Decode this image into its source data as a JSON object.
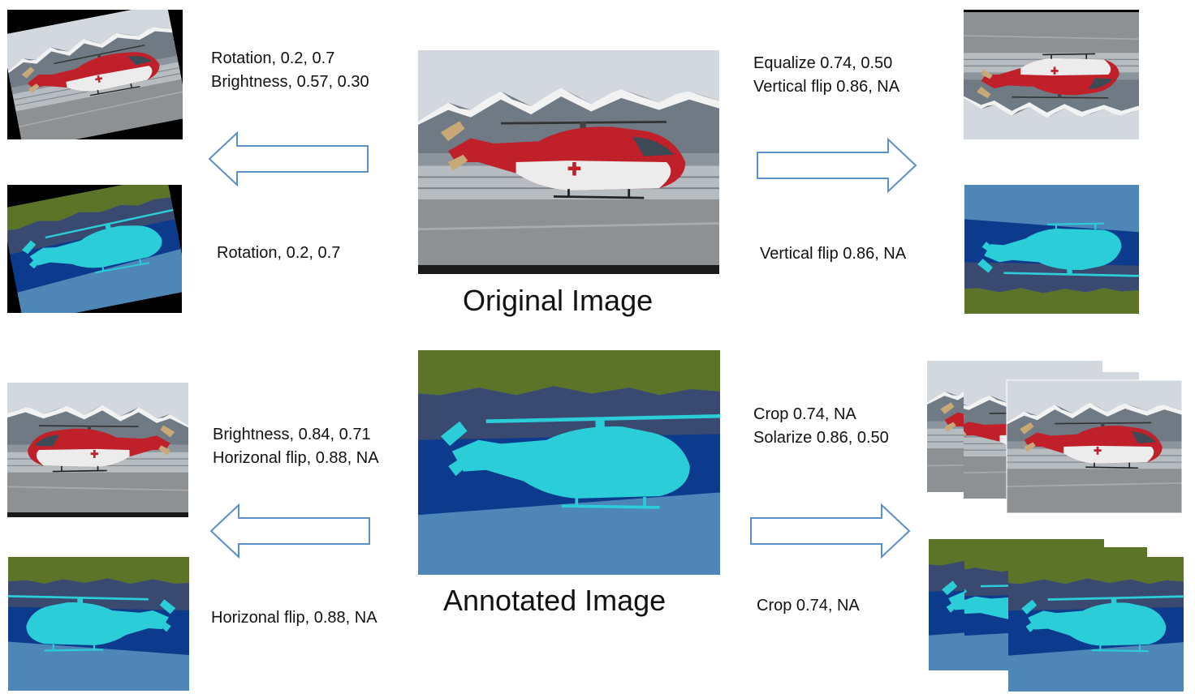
{
  "top_left": {
    "photo_text_lines": [
      "Rotation, 0.2, 0.7",
      "Brightness, 0.57, 0.30"
    ],
    "mask_text": "Rotation, 0.2, 0.7"
  },
  "top_right": {
    "photo_text_lines": [
      "Equalize 0.74, 0.50",
      "Vertical flip  0.86, NA"
    ],
    "mask_text": "Vertical flip  0.86, NA"
  },
  "bottom_left": {
    "photo_text_lines": [
      "Brightness, 0.84, 0.71",
      "Horizonal flip, 0.88, NA"
    ],
    "mask_text": "Horizonal flip, 0.88, NA"
  },
  "bottom_right": {
    "photo_text_lines": [
      "Crop 0.74, NA",
      "Solarize  0.86, 0.50"
    ],
    "mask_text": "Crop 0.74, NA"
  },
  "original_caption": "Original Image",
  "annotated_caption": "Annotated Image",
  "colors": {
    "arrow_stroke": "#5b8fc9",
    "sky": "#d6dbe0",
    "mountain": "#6f7a84",
    "snow": "#f2f2f2",
    "ground": "#8e9194",
    "heli_red": "#c0202a",
    "heli_white": "#ececec",
    "seg_vegetation": "#5b7427",
    "seg_mountain": "#39496f",
    "seg_building": "#0c3a8c",
    "seg_ground": "#4f86b8",
    "seg_helicopter": "#2bcdd9",
    "black": "#000000"
  }
}
